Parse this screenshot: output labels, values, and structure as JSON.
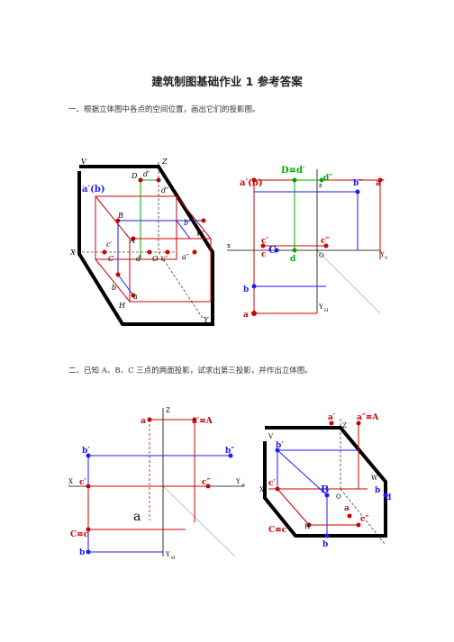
{
  "page": {
    "title": "建筑制图基础作业 1 参考答案",
    "question1": "一、根据立体图中各点的空间位置，画出它们的投影图。",
    "question2": "二、已知 A、B、C 三点的两面投影，试求出第三投影，并作出立体图。"
  },
  "figure1_left": {
    "labels": [
      "V",
      "Z",
      "D",
      "d′",
      "d″",
      "a′(b)",
      "B",
      "b″",
      "W",
      "X",
      "c′",
      "A",
      "C",
      "d",
      "O",
      "c″",
      "a″",
      "b",
      "a",
      "H",
      "Y"
    ]
  },
  "figure1_right": {
    "labels": [
      "D≡d′",
      "d″",
      "a′(b)",
      "z",
      "b″",
      "a″",
      "x",
      "c′",
      "C",
      "c″",
      "c",
      "d",
      "O",
      "Y",
      "V",
      "b",
      "Y",
      "H",
      "a"
    ]
  },
  "figure2_left": {
    "labels": [
      "Z",
      "a",
      "a′≡A",
      "b′",
      "b″",
      "X",
      "c′",
      "c″",
      "Y",
      "w",
      "a",
      "C≡c",
      "b",
      "Y",
      "H"
    ]
  },
  "figure2_right": {
    "labels": [
      "a′",
      "a″≡A",
      "Z",
      "V",
      "b′",
      "X",
      "c′",
      "B",
      "O",
      "W",
      "a",
      "C≡c",
      "H",
      "b",
      "c″",
      "b",
      "d"
    ]
  }
}
